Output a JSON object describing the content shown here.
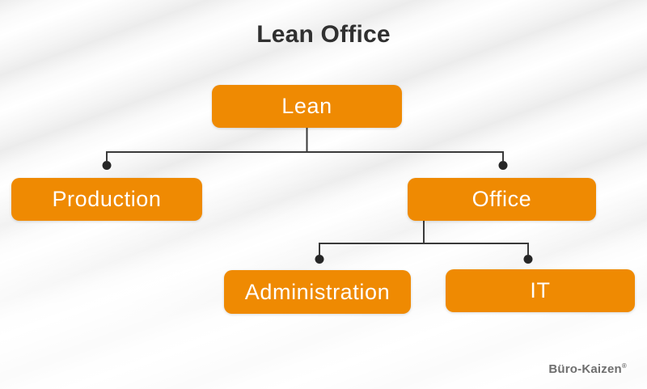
{
  "title": "Lean Office",
  "brand": {
    "name": "Büro-Kaizen",
    "registered_mark": "®"
  },
  "colors": {
    "node_fill": "#EF8A02",
    "node_text": "#FFFFFF",
    "connector_line": "#3A3A3A",
    "connector_dot": "#262626",
    "title_text": "#303030",
    "brand_text": "#6E6E6E",
    "background_stripe": "#ECECEC",
    "background_base": "#FFFFFF"
  },
  "nodes": [
    {
      "id": "lean",
      "label": "Lean"
    },
    {
      "id": "production",
      "label": "Production"
    },
    {
      "id": "office",
      "label": "Office"
    },
    {
      "id": "administration",
      "label": "Administration"
    },
    {
      "id": "it",
      "label": "IT"
    }
  ],
  "diagram": {
    "type": "tree",
    "root": {
      "label": "Lean",
      "children": [
        {
          "label": "Production",
          "children": []
        },
        {
          "label": "Office",
          "children": [
            {
              "label": "Administration",
              "children": []
            },
            {
              "label": "IT",
              "children": []
            }
          ]
        }
      ]
    }
  }
}
